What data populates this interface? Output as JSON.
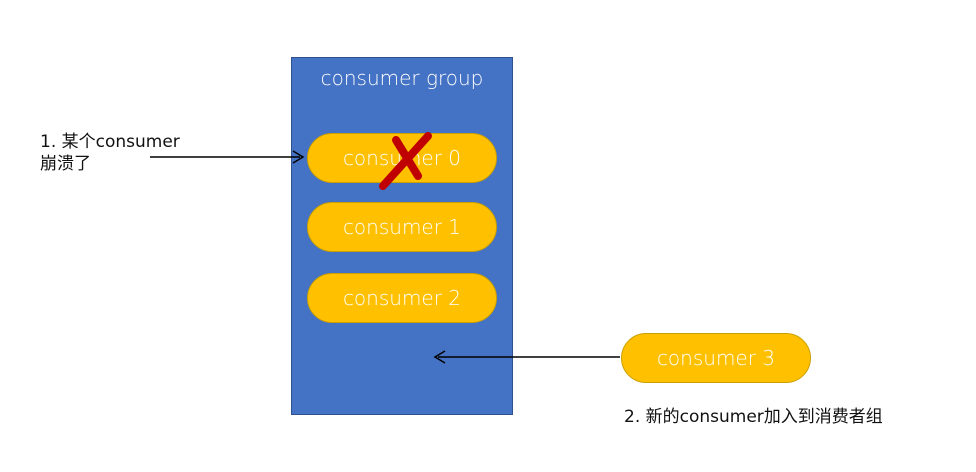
{
  "diagram": {
    "group_title": "consumer group",
    "consumers": [
      {
        "label": "consumer 0",
        "status": "crashed"
      },
      {
        "label": "consumer 1",
        "status": "active"
      },
      {
        "label": "consumer 2",
        "status": "active"
      }
    ],
    "new_consumer": {
      "label": "consumer 3"
    },
    "notes": {
      "crash_line1": "1. 某个consumer",
      "crash_line2": "崩溃了",
      "join": "2. 新的consumer加入到消费者组"
    }
  },
  "colors": {
    "group_fill": "#4472c4",
    "pill_fill": "#ffc000",
    "cross": "#c00000",
    "arrow": "#000000"
  }
}
